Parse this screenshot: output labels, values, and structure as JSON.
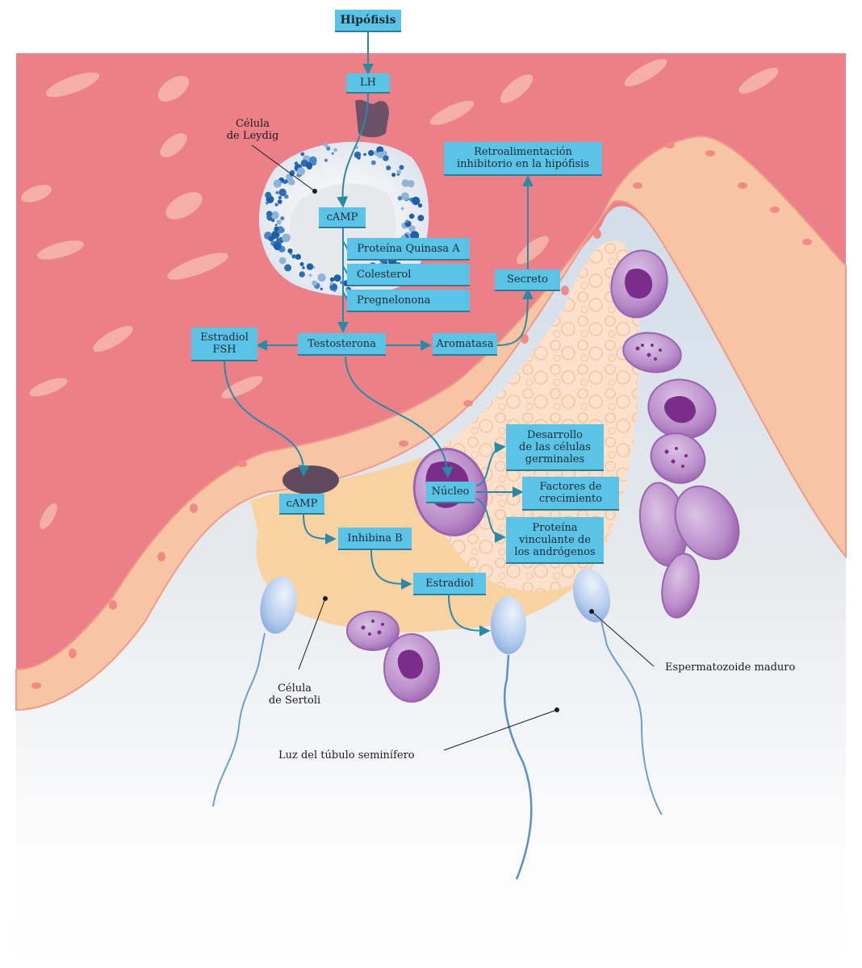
{
  "title": "Regulación hormonal de la espermatogénesis",
  "colors": {
    "box_fill": "#5bc3e6",
    "arrow": "#2a8aa6",
    "interstitial": "#ea7f86",
    "membrane": "#f6c6a6",
    "sertoli": "#f7cf93",
    "lumen": "#e4e8ec",
    "germ_cell": "#b77fc7",
    "nucleus": "#7a2d8a",
    "sperm": "#8fb8e4"
  },
  "flow_boxes": {
    "hipofisis": "Hipófisis",
    "lh": "LH",
    "camp_leydig": "cAMP",
    "proteina_quinasa": "Proteína Quinasa A",
    "colesterol": "Colesterol",
    "pregnelonona": "Pregnelonona",
    "testosterona": "Testosterona",
    "estradiol_fsh": "Estradiol\nFSH",
    "aromatasa": "Aromatasa",
    "secreto": "Secreto",
    "retroalimentacion": "Retroalimentación\ninhibitorio en la hipófisis",
    "camp_sertoli": "cAMP",
    "inhibina_b": "Inhibina B",
    "estradiol": "Estradiol",
    "nucleo": "Núcleo",
    "desarrollo": "Desarrollo\nde las células\ngerminales",
    "factores": "Factores de\ncrecimiento",
    "proteina_vinculante": "Proteína\nvinculante de\nlos andrógenos"
  },
  "labels": {
    "leydig": "Célula\nde Leydig",
    "sertoli": "Célula\nde Sertoli",
    "lumen": "Luz del túbulo seminífero",
    "sperm": "Espermatozoide maduro"
  }
}
